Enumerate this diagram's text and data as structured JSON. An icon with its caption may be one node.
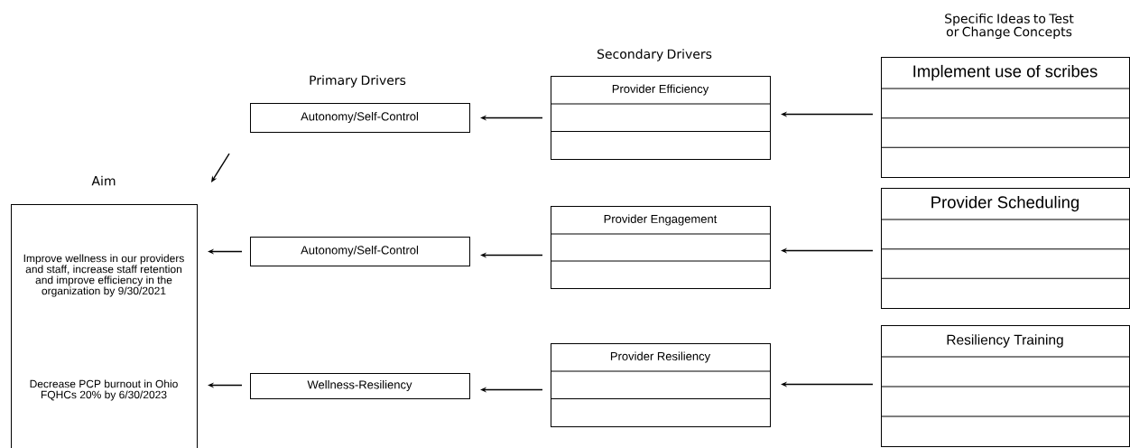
{
  "diagram": {
    "nodes": [
      {
        "text": [
          "Aim",
          "Improve wellness in our providers and staff, increase staff retention and improve efficiency in the organization by 9/30/2021",
          "Decrease PCP burnout in Ohio FQHCs 20% by 6/30/2023"
        ]
      },
      {
        "text": [
          "Autonomy/Self-Control"
        ]
      },
      {
        "text": [
          "Autonomy/Self-Control"
        ]
      },
      {
        "text": [
          "Wellness-Resiliency"
        ]
      },
      {
        "text": [
          "Provider Efficiency"
        ]
      },
      {
        "text": [
          "Provider Engagement"
        ]
      },
      {
        "text": [
          "Provider Resiliency"
        ]
      },
      {
        "text": [
          "Implement use of scribes"
        ]
      },
      {
        "text": [
          "Provider Scheduling"
        ]
      },
      {
        "text": [
          "Resiliency Training"
        ]
      }
    ],
    "edges": [
      {
        "from": 1,
        "to": 0,
        "arrow": "to"
      },
      {
        "from": 2,
        "to": 0,
        "arrow": "to"
      },
      {
        "from": 3,
        "to": 0,
        "arrow": "to"
      },
      {
        "from": 4,
        "to": 1,
        "arrow": "to"
      },
      {
        "from": 5,
        "to": 2,
        "arrow": "to"
      },
      {
        "from": 6,
        "to": 3,
        "arrow": "to"
      },
      {
        "from": 7,
        "to": 4,
        "arrow": "to"
      },
      {
        "from": 8,
        "to": 5,
        "arrow": "to"
      },
      {
        "from": 9,
        "to": 6,
        "arrow": "to"
      }
    ],
    "labels": [
      "Specific Ideas to Test or Change Concepts",
      "Secondary Drivers",
      "Primary Drivers"
    ]
  }
}
